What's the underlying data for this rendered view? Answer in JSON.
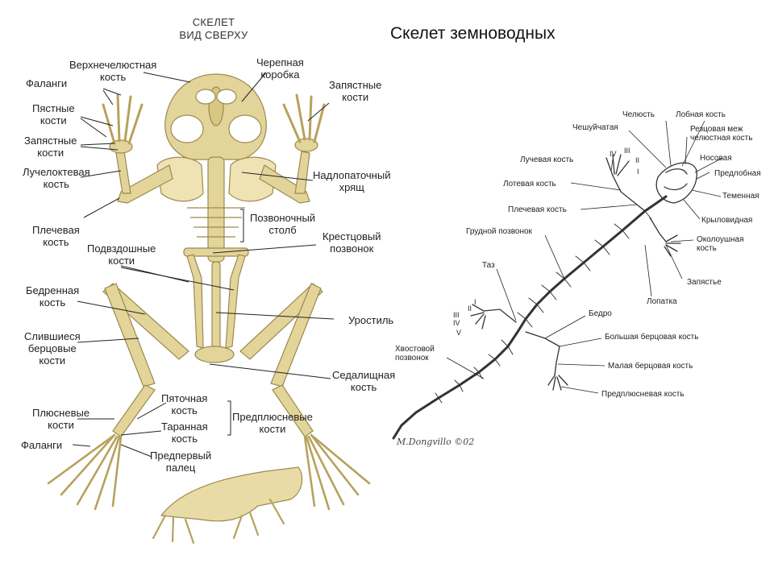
{
  "page_title": "Скелет земноводных",
  "frog": {
    "heading": [
      "СКЕЛЕТ",
      "ВИД СВЕРХУ"
    ],
    "labels": {
      "maxilla": [
        "Верхнечелюстная",
        "кость"
      ],
      "skull": [
        "Черепная",
        "коробка"
      ],
      "phalanges_fore": [
        "Фаланги"
      ],
      "wrist_right": [
        "Запястные",
        "кости"
      ],
      "metacarpals": [
        "Пястные",
        "кости"
      ],
      "wrist_left": [
        "Запястные",
        "кости"
      ],
      "radioulna": [
        "Лучелоктевая",
        "кость"
      ],
      "suprascapula": [
        "Надлопаточный",
        "хрящ"
      ],
      "humerus": [
        "Плечевая",
        "кость"
      ],
      "spine": [
        "Позвоночный",
        "столб"
      ],
      "ilium": [
        "Подвздошные",
        "кости"
      ],
      "sacral": [
        "Крестцовый",
        "позвонок"
      ],
      "femur": [
        "Бедренная",
        "кость"
      ],
      "urostyle": [
        "Уростиль"
      ],
      "tibiofibula": [
        "Слившиеся",
        "берцовые",
        "кости"
      ],
      "ischium": [
        "Седалищная",
        "кость"
      ],
      "calcaneus": [
        "Пяточная",
        "кость"
      ],
      "metatarsals": [
        "Плюсневые",
        "кости"
      ],
      "talus": [
        "Таранная",
        "кость"
      ],
      "tarsals": [
        "Предплюсневые",
        "кости"
      ],
      "phalanges_hind": [
        "Фаланги"
      ],
      "prehallux": [
        "Предпервый",
        "палец"
      ]
    }
  },
  "salamander": {
    "labels": {
      "jaw": [
        "Челюсть"
      ],
      "frontal": [
        "Лобная кость"
      ],
      "squamosal": [
        "Чешуйчатая"
      ],
      "premaxilla": [
        "Резцовая меж",
        "челюстная кость"
      ],
      "radius": [
        "Лучевая кость"
      ],
      "nasal": [
        "Носовая"
      ],
      "prefrontal": [
        "Предлобная"
      ],
      "ulna": [
        "Лотевая кость"
      ],
      "parietal": [
        "Теменная"
      ],
      "humerus": [
        "Плечевая кость"
      ],
      "pterygoid": [
        "Крыловидная"
      ],
      "thoracic": [
        "Грудной позвонок"
      ],
      "periotic": [
        "Околоушная",
        "кость"
      ],
      "pelvis": [
        "Таз"
      ],
      "carpus": [
        "Запястье"
      ],
      "scapula": [
        "Лопатка"
      ],
      "femur": [
        "Бедро"
      ],
      "tibia": [
        "Большая берцовая кость"
      ],
      "caudal": [
        "Хвостовой",
        "позвонок"
      ],
      "fibula": [
        "Малая берцовая кость"
      ],
      "tarsus": [
        "Предплюсневая кость"
      ]
    },
    "fore_digits": [
      "IV",
      "III",
      "II",
      "I"
    ],
    "hind_digits": [
      "I",
      "II",
      "III",
      "IV",
      "V"
    ],
    "signature": "M.Dongvillo ©02"
  },
  "colors": {
    "bone": "#e3d49a",
    "bone_stroke": "#9c8a4e",
    "cartilage": "#efe3b4",
    "leader": "#222222",
    "sketch": "#333333"
  }
}
